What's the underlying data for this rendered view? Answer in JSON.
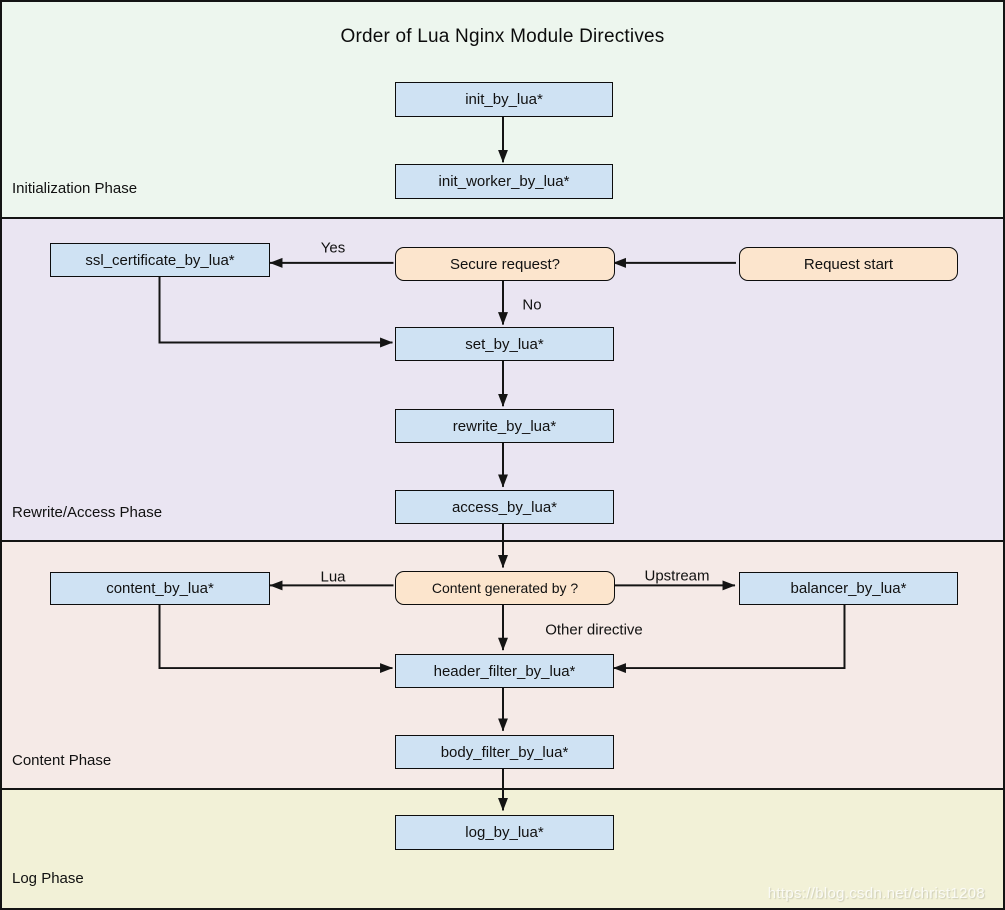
{
  "title": "Order of Lua Nginx Module Directives",
  "watermark": "https://blog.csdn.net/christ1208",
  "phases": [
    {
      "label": "Initialization Phase"
    },
    {
      "label": "Rewrite/Access Phase"
    },
    {
      "label": "Content Phase"
    },
    {
      "label": "Log Phase"
    }
  ],
  "nodes": {
    "init": {
      "label": "init_by_lua*",
      "type": "process"
    },
    "init_worker": {
      "label": "init_worker_by_lua*",
      "type": "process"
    },
    "ssl_certificate": {
      "label": "ssl_certificate_by_lua*",
      "type": "process"
    },
    "secure_request": {
      "label": "Secure request?",
      "type": "decision"
    },
    "request_start": {
      "label": "Request start",
      "type": "decision"
    },
    "set": {
      "label": "set_by_lua*",
      "type": "process"
    },
    "rewrite": {
      "label": "rewrite_by_lua*",
      "type": "process"
    },
    "access": {
      "label": "access_by_lua*",
      "type": "process"
    },
    "content": {
      "label": "content_by_lua*",
      "type": "process"
    },
    "content_generated": {
      "label": "Content generated by ?",
      "type": "decision"
    },
    "balancer": {
      "label": "balancer_by_lua*",
      "type": "process"
    },
    "header_filter": {
      "label": "header_filter_by_lua*",
      "type": "process"
    },
    "body_filter": {
      "label": "body_filter_by_lua*",
      "type": "process"
    },
    "log": {
      "label": "log_by_lua*",
      "type": "process"
    }
  },
  "edge_labels": {
    "yes": "Yes",
    "no": "No",
    "lua": "Lua",
    "upstream": "Upstream",
    "other_directive": "Other directive"
  },
  "edges": [
    {
      "from": "init",
      "to": "init_worker",
      "label": ""
    },
    {
      "from": "request_start",
      "to": "secure_request",
      "label": ""
    },
    {
      "from": "secure_request",
      "to": "ssl_certificate",
      "label": "Yes"
    },
    {
      "from": "secure_request",
      "to": "set",
      "label": "No"
    },
    {
      "from": "ssl_certificate",
      "to": "set",
      "label": ""
    },
    {
      "from": "set",
      "to": "rewrite",
      "label": ""
    },
    {
      "from": "rewrite",
      "to": "access",
      "label": ""
    },
    {
      "from": "access",
      "to": "content_generated",
      "label": ""
    },
    {
      "from": "content_generated",
      "to": "content",
      "label": "Lua"
    },
    {
      "from": "content_generated",
      "to": "balancer",
      "label": "Upstream"
    },
    {
      "from": "content_generated",
      "to": "header_filter",
      "label": "Other directive"
    },
    {
      "from": "content",
      "to": "header_filter",
      "label": ""
    },
    {
      "from": "balancer",
      "to": "header_filter",
      "label": ""
    },
    {
      "from": "header_filter",
      "to": "body_filter",
      "label": ""
    },
    {
      "from": "body_filter",
      "to": "log",
      "label": ""
    }
  ],
  "colors": {
    "init_phase_bg": "#edf6ee",
    "rewrite_phase_bg": "#eae5f2",
    "content_phase_bg": "#f5eae7",
    "log_phase_bg": "#f2f1d7",
    "process_box_bg": "#cfe2f3",
    "decision_box_bg": "#fce5cd",
    "line": "#141414"
  }
}
